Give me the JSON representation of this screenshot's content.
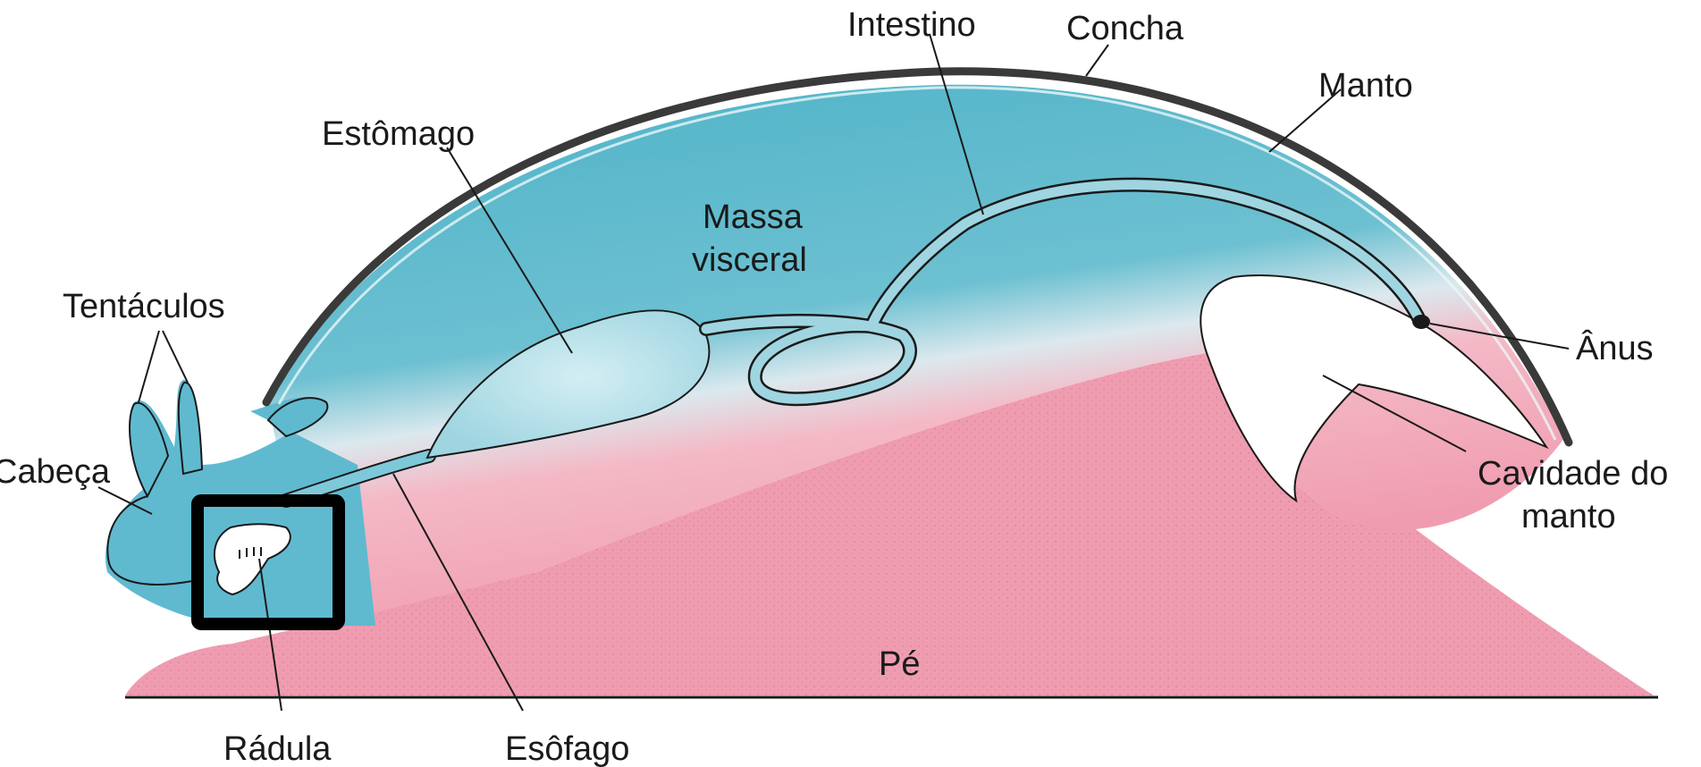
{
  "labels": {
    "intestino": "Intestino",
    "concha": "Concha",
    "manto": "Manto",
    "estomago": "Estômago",
    "massa_1": "Massa",
    "massa_2": "visceral",
    "tentaculos": "Tentáculos",
    "anus": "Ânus",
    "cabeca": "Cabeça",
    "cavidade_1": "Cavidade do",
    "cavidade_2": "manto",
    "pe": "Pé",
    "radula": "Rádula",
    "esofago": "Esôfago"
  },
  "colors": {
    "visceral_blue": "#5bb8cc",
    "light_blue": "#b8e3ec",
    "foot_pink": "#f2a8b8",
    "shell": "#3a3a3a",
    "outline": "#1a1a1a",
    "highlight_box": "#000000"
  },
  "highlight": {
    "target": "Rádula"
  }
}
